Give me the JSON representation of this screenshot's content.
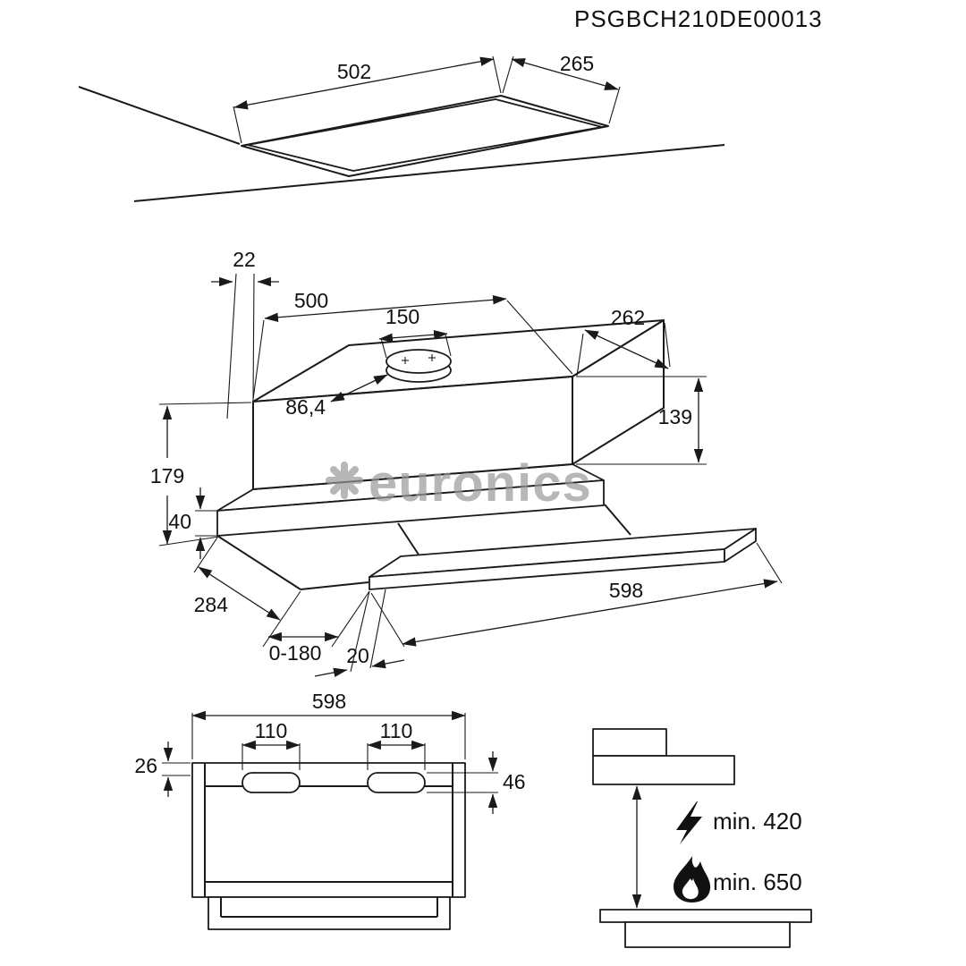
{
  "product_code": "PSGBCH210DE00013",
  "watermark": {
    "brand": "euronics",
    "logo_icon": "eight-spoke-star"
  },
  "cutout_view": {
    "width": "502",
    "depth": "265"
  },
  "main_view": {
    "rear_gap": "22",
    "body_width": "500",
    "duct_diameter": "150",
    "body_depth": "262",
    "duct_offset": "86,4",
    "body_height": "139",
    "total_height": "179",
    "base_height": "40",
    "base_depth": "284",
    "pullout_travel": "0-180",
    "front_panel_thickness": "20",
    "front_width": "598"
  },
  "front_view": {
    "width": "598",
    "left_slot_width": "110",
    "right_slot_width": "110",
    "band_height": "26",
    "slot_height": "46"
  },
  "clearance_view": {
    "electric_hob_clearance": "min. 420",
    "gas_hob_clearance": "min. 650"
  }
}
